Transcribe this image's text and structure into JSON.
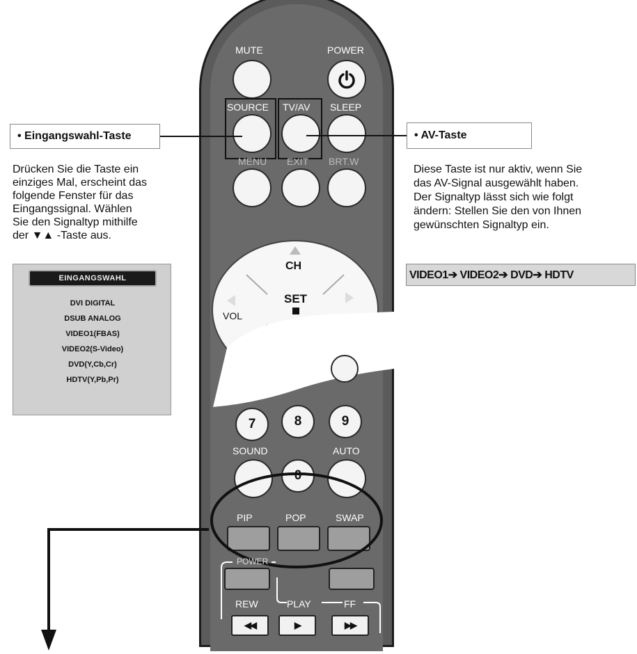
{
  "remote": {
    "mute": "MUTE",
    "power": "POWER",
    "source": "SOURCE",
    "tv_av": "TV/AV",
    "sleep": "SLEEP",
    "menu": "MENU",
    "exit": "EXIT",
    "brt_w": "BRT.W",
    "ch": "CH",
    "set": "SET",
    "vol": "VOL",
    "num_7": "7",
    "num_8": "8",
    "num_9": "9",
    "sound": "SOUND",
    "auto": "AUTO",
    "num_0": "0",
    "pip": "PIP",
    "pop": "POP",
    "swap": "SWAP",
    "power2": "POWER",
    "rew": "REW",
    "play": "PLAY",
    "ff": "FF",
    "rew_symbol": "◀◀",
    "play_symbol": "▶",
    "ff_symbol": "▶▶"
  },
  "left_callout": {
    "title": "• Eingangswahl-Taste",
    "lines": [
      "Drücken Sie die Taste ein",
      "einziges Mal, erscheint das",
      "folgende Fenster für das",
      "Eingangssignal. Wählen",
      "Sie den Signaltyp mithilfe",
      "der  ▼▲ -Taste aus."
    ]
  },
  "osd": {
    "title": "EINGANGSWAHL",
    "items": [
      "DVI DIGITAL",
      "DSUB ANALOG",
      "VIDEO1(FBAS)",
      "VIDEO2(S-Video)",
      "DVD(Y,Cb,Cr)",
      "HDTV(Y,Pb,Pr)"
    ]
  },
  "right_callout": {
    "title": "• AV-Taste",
    "lines": [
      "Diese Taste ist nur aktiv, wenn Sie",
      "das AV-Signal ausgewählt haben.",
      "Der Signaltyp lässt sich wie folgt",
      "ändern: Stellen Sie den von Ihnen",
      "gewünschten Signaltyp ein."
    ],
    "sequence": "VIDEO1➔ VIDEO2➔ DVD➔ HDTV"
  },
  "colors": {
    "remote_body": "#5b5b5b",
    "button_face": "#f4f4f4",
    "osd_bg": "#d0d0d0"
  }
}
